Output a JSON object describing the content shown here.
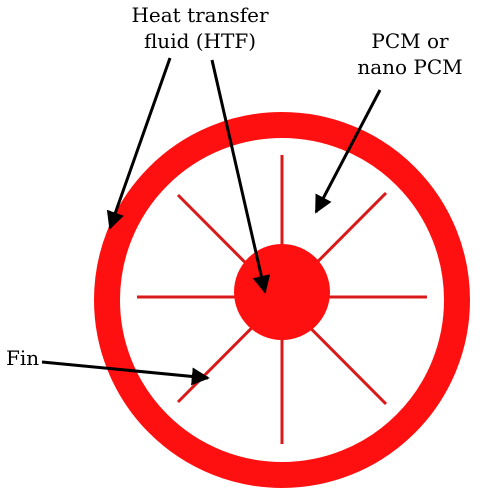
{
  "labels": {
    "htf_line1": "Heat transfer",
    "htf_line2": "fluid (HTF)",
    "pcm_line1": "PCM or",
    "pcm_line2": "nano PCM",
    "fin": "Fin"
  },
  "colors": {
    "shell": "#ff1010",
    "fin": "#d81a1a",
    "tube": "#ff1010",
    "arrow": "#000000"
  }
}
